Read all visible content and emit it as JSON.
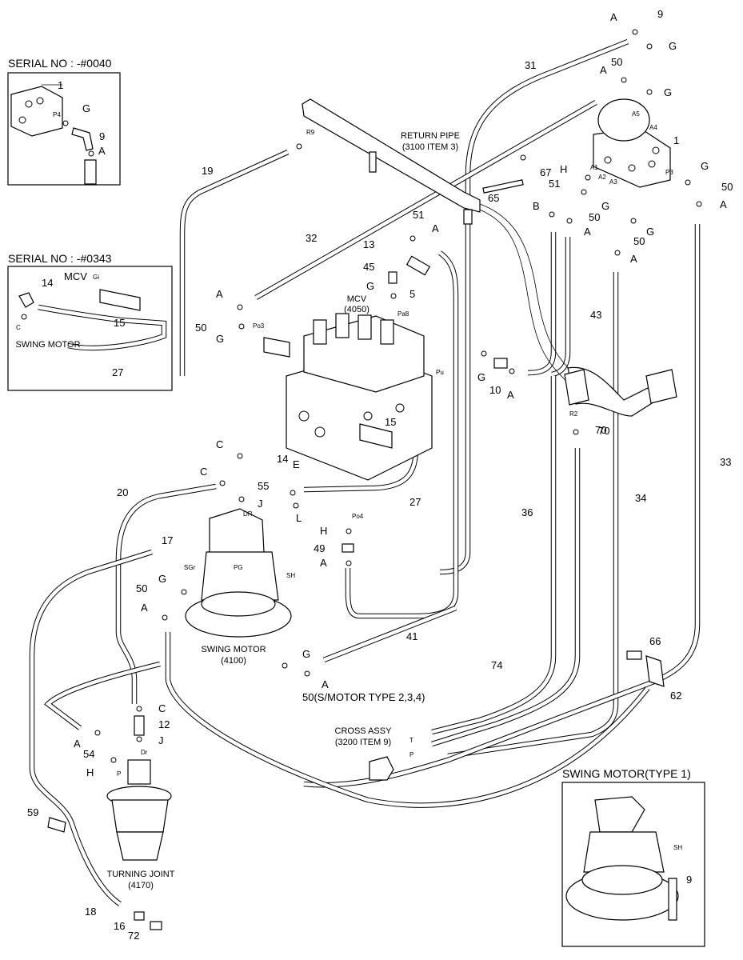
{
  "inset_serial_0040": {
    "title": "SERIAL NO : -#0040",
    "labels": [
      "1",
      "G",
      "P4",
      "9",
      "A"
    ]
  },
  "inset_serial_0343": {
    "title": "SERIAL NO : -#0343",
    "labels": [
      "14",
      "MCV",
      "Gi",
      "15",
      "C",
      "SWING MOTOR",
      "27"
    ]
  },
  "inset_swing_type1": {
    "title": "SWING MOTOR(TYPE 1)",
    "labels": [
      "SH",
      "9"
    ]
  },
  "components": {
    "return_pipe": "RETURN PIPE",
    "return_pipe_ref": "(3100 ITEM 3)",
    "mcv": "MCV",
    "mcv_ref": "(4050)",
    "swing_motor": "SWING MOTOR",
    "swing_motor_ref": "(4100)",
    "turning_joint": "TURNING JOINT",
    "turning_joint_ref": "(4170)",
    "cross_assy": "CROSS ASSY",
    "cross_assy_ref": "(3200 ITEM 9)",
    "s_motor_note": "50(S/MOTOR TYPE 2,3,4)"
  },
  "port_labels": {
    "R9": "R9",
    "Pa8": "Pa8",
    "Pu": "Pu",
    "Po3": "Po3",
    "Po4": "Po4",
    "DR": "DR",
    "PG": "PG",
    "SGr": "SGr",
    "SH": "SH",
    "Dr": "Dr",
    "P": "P",
    "T": "T",
    "P2": "P",
    "R2": "R2",
    "A1": "A1",
    "A2": "A2",
    "A3": "A3",
    "A4": "A4",
    "A5": "A5",
    "P3": "P3"
  },
  "callouts": [
    "A",
    "9",
    "G",
    "31",
    "50",
    "A",
    "G",
    "A5",
    "A4",
    "1",
    "G",
    "50",
    "A",
    "67",
    "H",
    "A1",
    "51",
    "A2",
    "A3",
    "50",
    "G",
    "65",
    "B",
    "A",
    "50",
    "G",
    "A",
    "70",
    "19",
    "32",
    "51",
    "A",
    "13",
    "45",
    "5",
    "G",
    "MCV",
    "43",
    "A",
    "50",
    "G",
    "G",
    "10",
    "A",
    "15",
    "C",
    "C",
    "55",
    "E",
    "14",
    "27",
    "20",
    "J",
    "L",
    "70",
    "33",
    "36",
    "34",
    "H",
    "49",
    "A",
    "17",
    "G",
    "50",
    "A",
    "41",
    "G",
    "A",
    "66",
    "62",
    "74",
    "C",
    "12",
    "J",
    "A",
    "54",
    "H",
    "59",
    "18",
    "16",
    "72"
  ]
}
